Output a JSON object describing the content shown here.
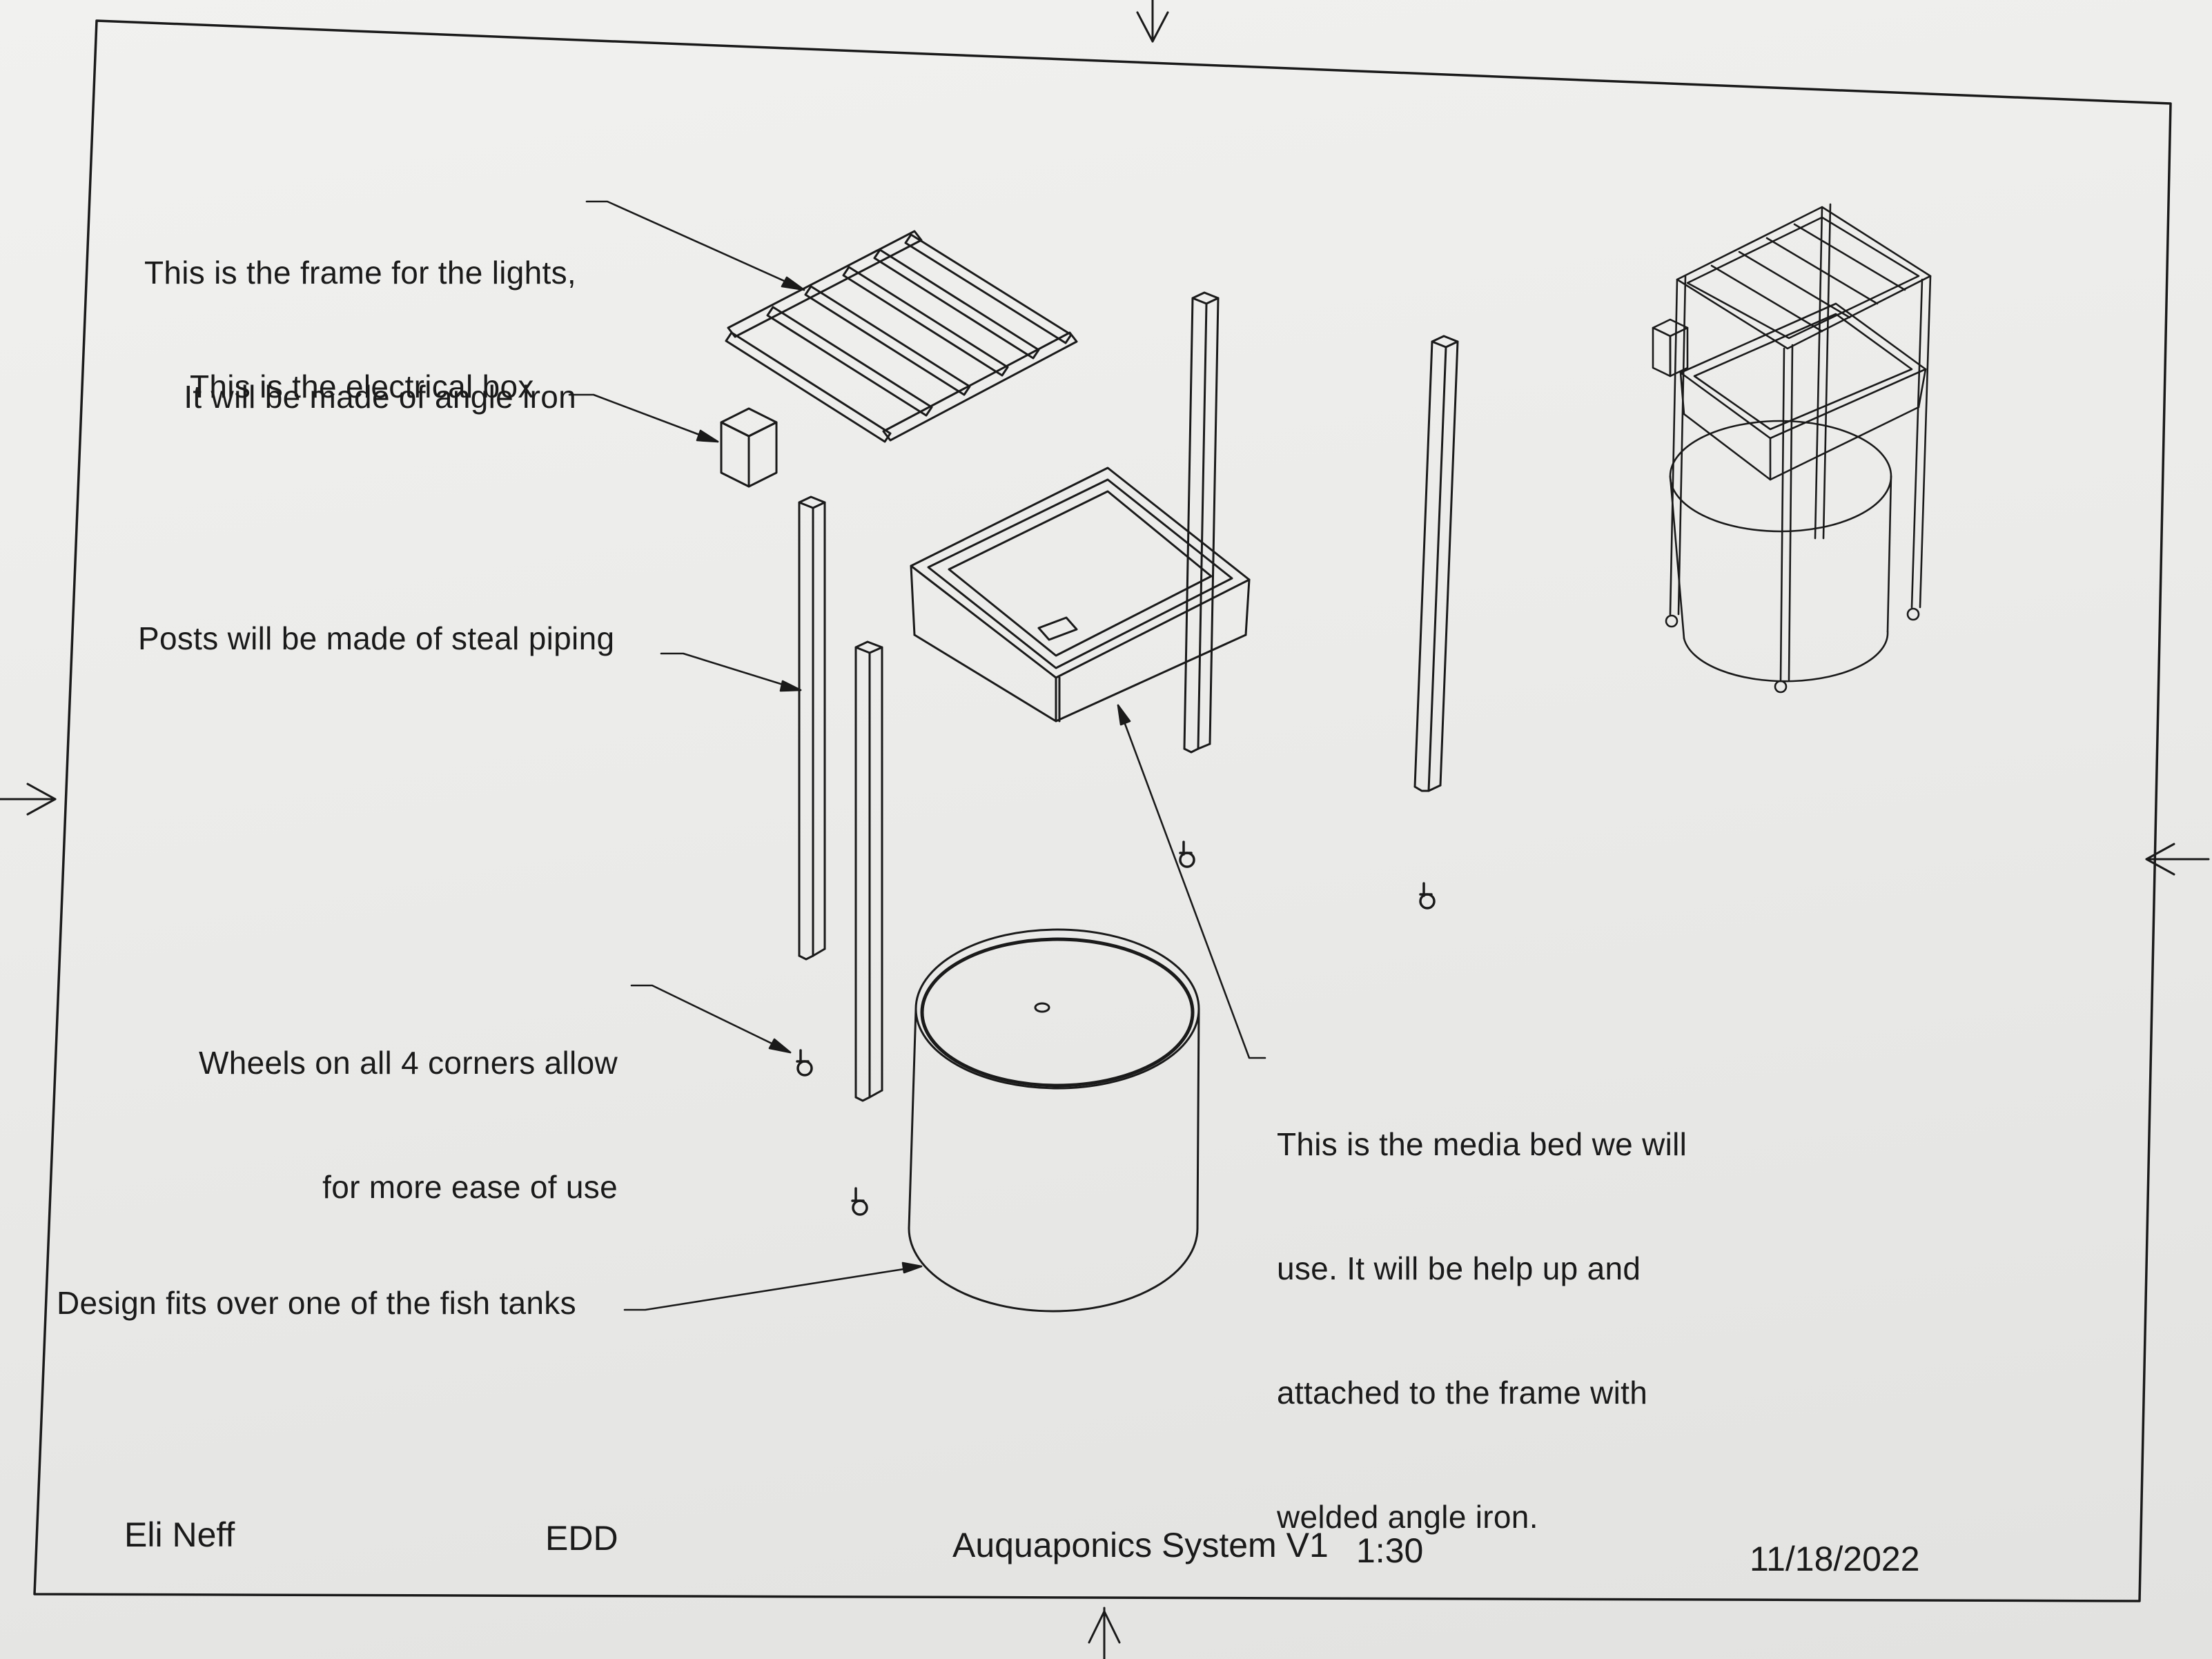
{
  "annotations": {
    "light_frame": {
      "line1": "This is the frame for the lights,",
      "line2": "It will be made of angle iron"
    },
    "electrical_box": "This is the electrical box",
    "posts": "Posts will be made of steal piping",
    "wheels": {
      "line1": "Wheels on all 4 corners allow",
      "line2": "for more ease of use"
    },
    "fish_tank": "Design fits over one of the fish tanks",
    "media_bed": {
      "line1": "This is the media bed we will",
      "line2": "use. It will be help up and",
      "line3": "attached to the frame with",
      "line4": "welded angle iron."
    }
  },
  "title_block": {
    "author": "Eli Neff",
    "course": "EDD",
    "title": "Auquaponics System V1",
    "scale": "1:30",
    "date": "11/18/2022"
  },
  "colors": {
    "ink": "#1a1a1a",
    "paper": "#ececea"
  }
}
